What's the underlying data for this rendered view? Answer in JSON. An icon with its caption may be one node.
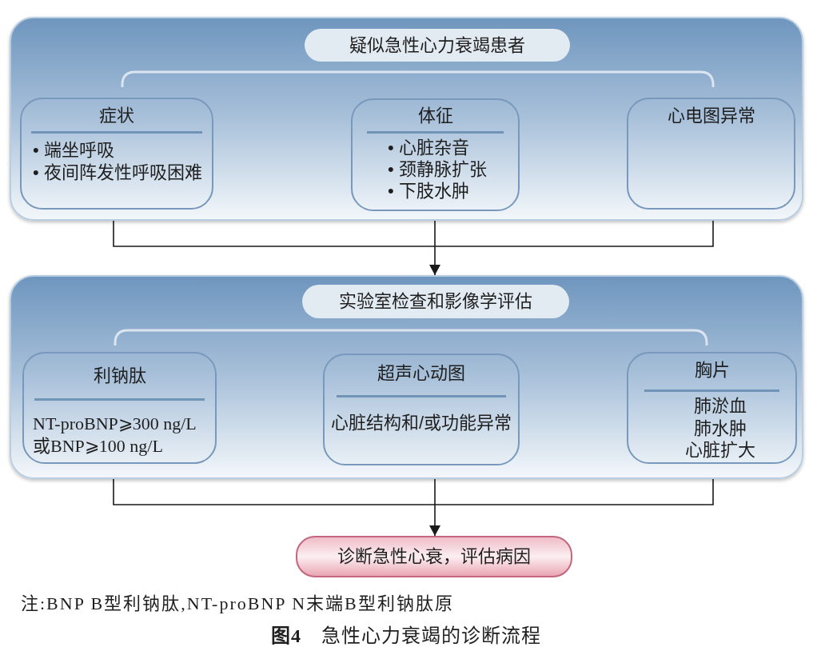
{
  "diagram": {
    "caption": "**图4**　急性心力衰竭的诊断流程",
    "nodes": [
      {
        "text": [],
        "shape": "box"
      },
      {
        "text": [
          "疑似急性心力衰竭患者"
        ],
        "in": 0
      },
      {
        "text": [
          "症状",
          "• 端坐呼吸",
          "• 夜间阵发性呼吸困难"
        ],
        "in": 0
      },
      {
        "text": [
          "体征",
          "• 心脏杂音",
          "• 颈静脉扩张",
          "• 下肢水肿"
        ],
        "in": 0
      },
      {
        "text": [
          "心电图异常"
        ],
        "in": 0
      },
      {
        "text": [],
        "shape": "box"
      },
      {
        "text": [
          "实验室检查和影像学评估"
        ],
        "in": 5
      },
      {
        "text": [
          "利钠肽",
          "NT-proBNP⩾300 ng/L",
          "或BNP⩾100 ng/L"
        ],
        "in": 5
      },
      {
        "text": [
          "超声心动图",
          "心脏结构和/或功能异常"
        ],
        "in": 5
      },
      {
        "text": [
          "胸片",
          "肺淤血",
          "肺水肿",
          "心脏扩大"
        ],
        "in": 5
      },
      {
        "text": [
          "诊断急性心衰，评估病因"
        ]
      }
    ],
    "edges": [
      {
        "from": 0,
        "to": 5,
        "arrow": "to"
      },
      {
        "from": 5,
        "to": 10,
        "arrow": "to"
      }
    ],
    "labels": [
      "注:BNP B型利钠肽,NT-proBNP N末端B型利钠肽原"
    ]
  }
}
